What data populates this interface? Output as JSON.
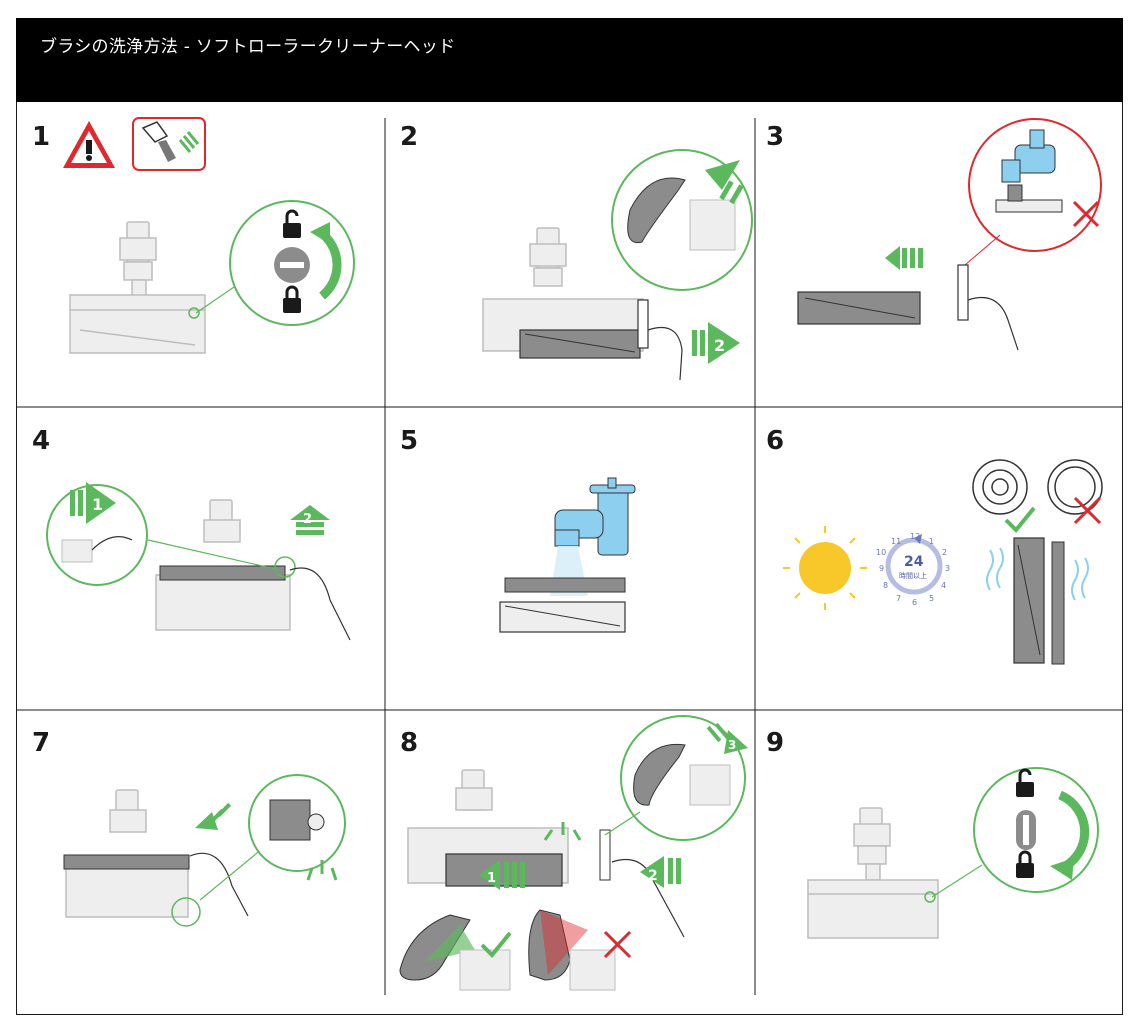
{
  "title": "ブラシの洗浄方法 - ソフトローラークリーナーヘッド",
  "steps": [
    "1",
    "2",
    "3",
    "4",
    "5",
    "6",
    "7",
    "8",
    "9"
  ],
  "arrow_numbers": {
    "step2": "2",
    "step4_a": "1",
    "step4_b": "2",
    "step8_a": "1",
    "step8_b": "2",
    "step8_c": "3"
  },
  "clock": {
    "main": "24",
    "sub": "時間以上",
    "numbers": [
      "12",
      "1",
      "2",
      "3",
      "4",
      "5",
      "6",
      "7",
      "8",
      "9",
      "10",
      "11"
    ]
  },
  "colors": {
    "accent_green": "#5cb85c",
    "warning_red": "#e0282f",
    "water_blue": "#8ccfef",
    "gray": "#8c8c8c"
  }
}
